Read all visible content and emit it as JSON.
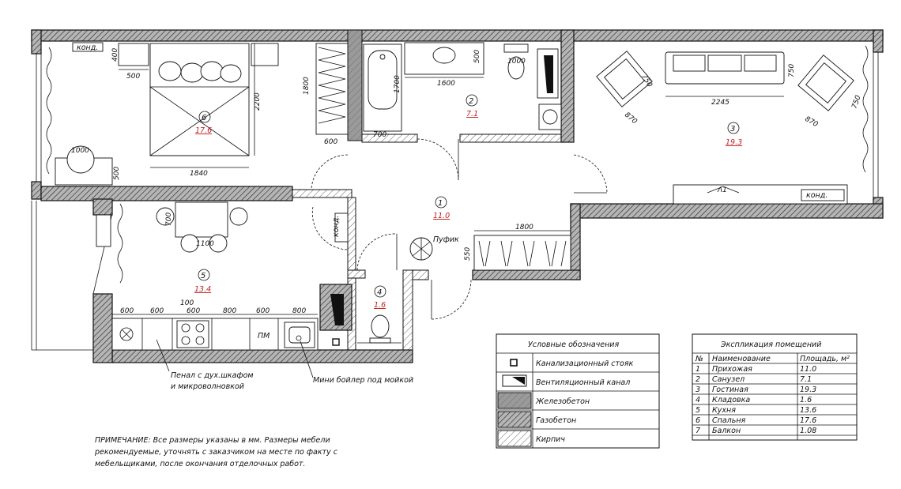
{
  "rooms": [
    {
      "num": "1",
      "area": "11.0"
    },
    {
      "num": "2",
      "area": "7.1"
    },
    {
      "num": "3",
      "area": "19.3"
    },
    {
      "num": "4",
      "area": "1.6"
    },
    {
      "num": "5",
      "area": "13.4"
    },
    {
      "num": "6",
      "area": "17.6"
    }
  ],
  "labels": {
    "kond": "конд.",
    "pufik": "Пуфик",
    "pm": "ПМ",
    "penal": "Пенал с дух.шкафом",
    "penal2": "и микроволновкой",
    "boiler": "Мини бойлер под мойкой"
  },
  "dims": {
    "d400": "400",
    "d500": "500",
    "d2200": "2200",
    "d1840": "1840",
    "d1800": "1800",
    "d600": "600",
    "d700": "700",
    "d1700": "1700",
    "d1600": "1600",
    "d1000": "1000",
    "d750": "750",
    "d870": "870",
    "d2245": "2245",
    "d1100": "1100",
    "d100": "100",
    "d800": "800",
    "d550": "550"
  },
  "legend": {
    "title": "Условные обозначения",
    "items": [
      "Канализационный стояк",
      "Вентиляционный канал",
      "Железобетон",
      "Газобетон",
      "Кирпич"
    ]
  },
  "explication": {
    "title": "Экспликация помещений",
    "headers": [
      "№",
      "Наименование",
      "Площадь, м²"
    ],
    "rows": [
      [
        "1",
        "Прихожая",
        "11.0"
      ],
      [
        "2",
        "Санузел",
        "7.1"
      ],
      [
        "3",
        "Гостиная",
        "19.3"
      ],
      [
        "4",
        "Кладовка",
        "1.6"
      ],
      [
        "5",
        "Кухня",
        "13.6"
      ],
      [
        "6",
        "Спальня",
        "17.6"
      ],
      [
        "7",
        "Балкон",
        "1.08"
      ]
    ]
  },
  "note": {
    "line1": "ПРИМЕЧАНИЕ: Все размеры указаны в мм. Размеры мебели",
    "line2": "рекомендуемые, уточнять с заказчиком на месте по факту с",
    "line3": "мебельщиками, после окончания отделочных работ."
  }
}
